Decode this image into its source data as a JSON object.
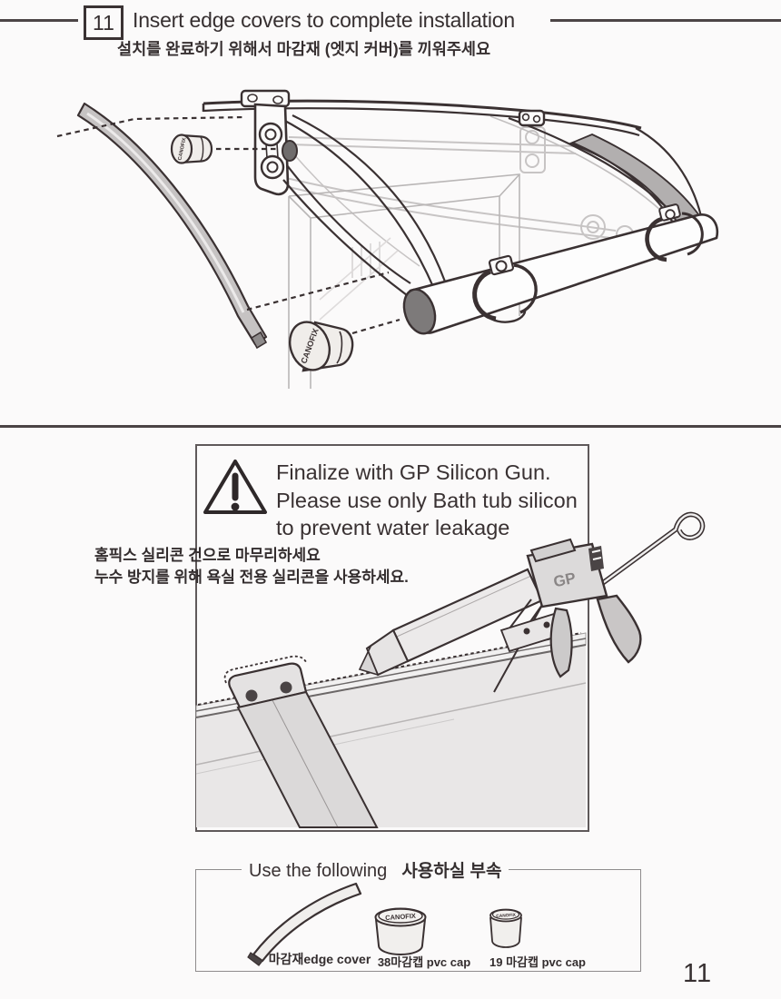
{
  "page": {
    "number": "11",
    "bg": "#fbfafa",
    "ink": "#362f30"
  },
  "header": {
    "step_number": "11",
    "title": "Insert edge covers to complete installation",
    "subtitle_ko": "설치를 완료하기 위해서 마감재 (엣지 커버)를 끼워주세요"
  },
  "illustration": {
    "cap_brand": "CANOFIX"
  },
  "warning": {
    "lines_en": [
      "Finalize with GP Silicon Gun.",
      "Please use only Bath tub silicon",
      "to prevent water leakage"
    ],
    "lines_ko": [
      "홈픽스 실리콘 건으로 마무리하세요",
      "누수 방지를 위해 욕실 전용 실리콘을 사용하세요."
    ],
    "gun_brand": "GP"
  },
  "parts_box": {
    "title_en": "Use the following",
    "title_ko": "사용하실 부속",
    "items": [
      {
        "label": "마감재edge cover"
      },
      {
        "label": "38마감캡 pvc cap",
        "brand": "CANOFIX"
      },
      {
        "label": "19 마감캡 pvc cap",
        "brand": "CANOFIX"
      }
    ]
  }
}
